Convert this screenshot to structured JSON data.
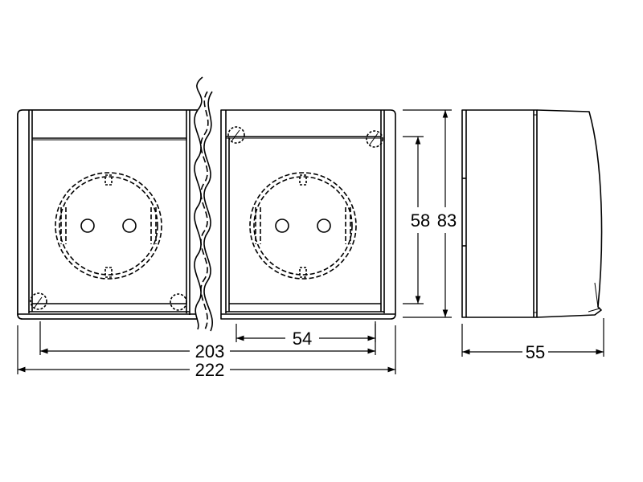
{
  "dimensions": {
    "overall_width": "222",
    "mounting_width": "203",
    "socket_pitch": "54",
    "mounting_height": "58",
    "overall_height": "83",
    "depth": "55"
  }
}
